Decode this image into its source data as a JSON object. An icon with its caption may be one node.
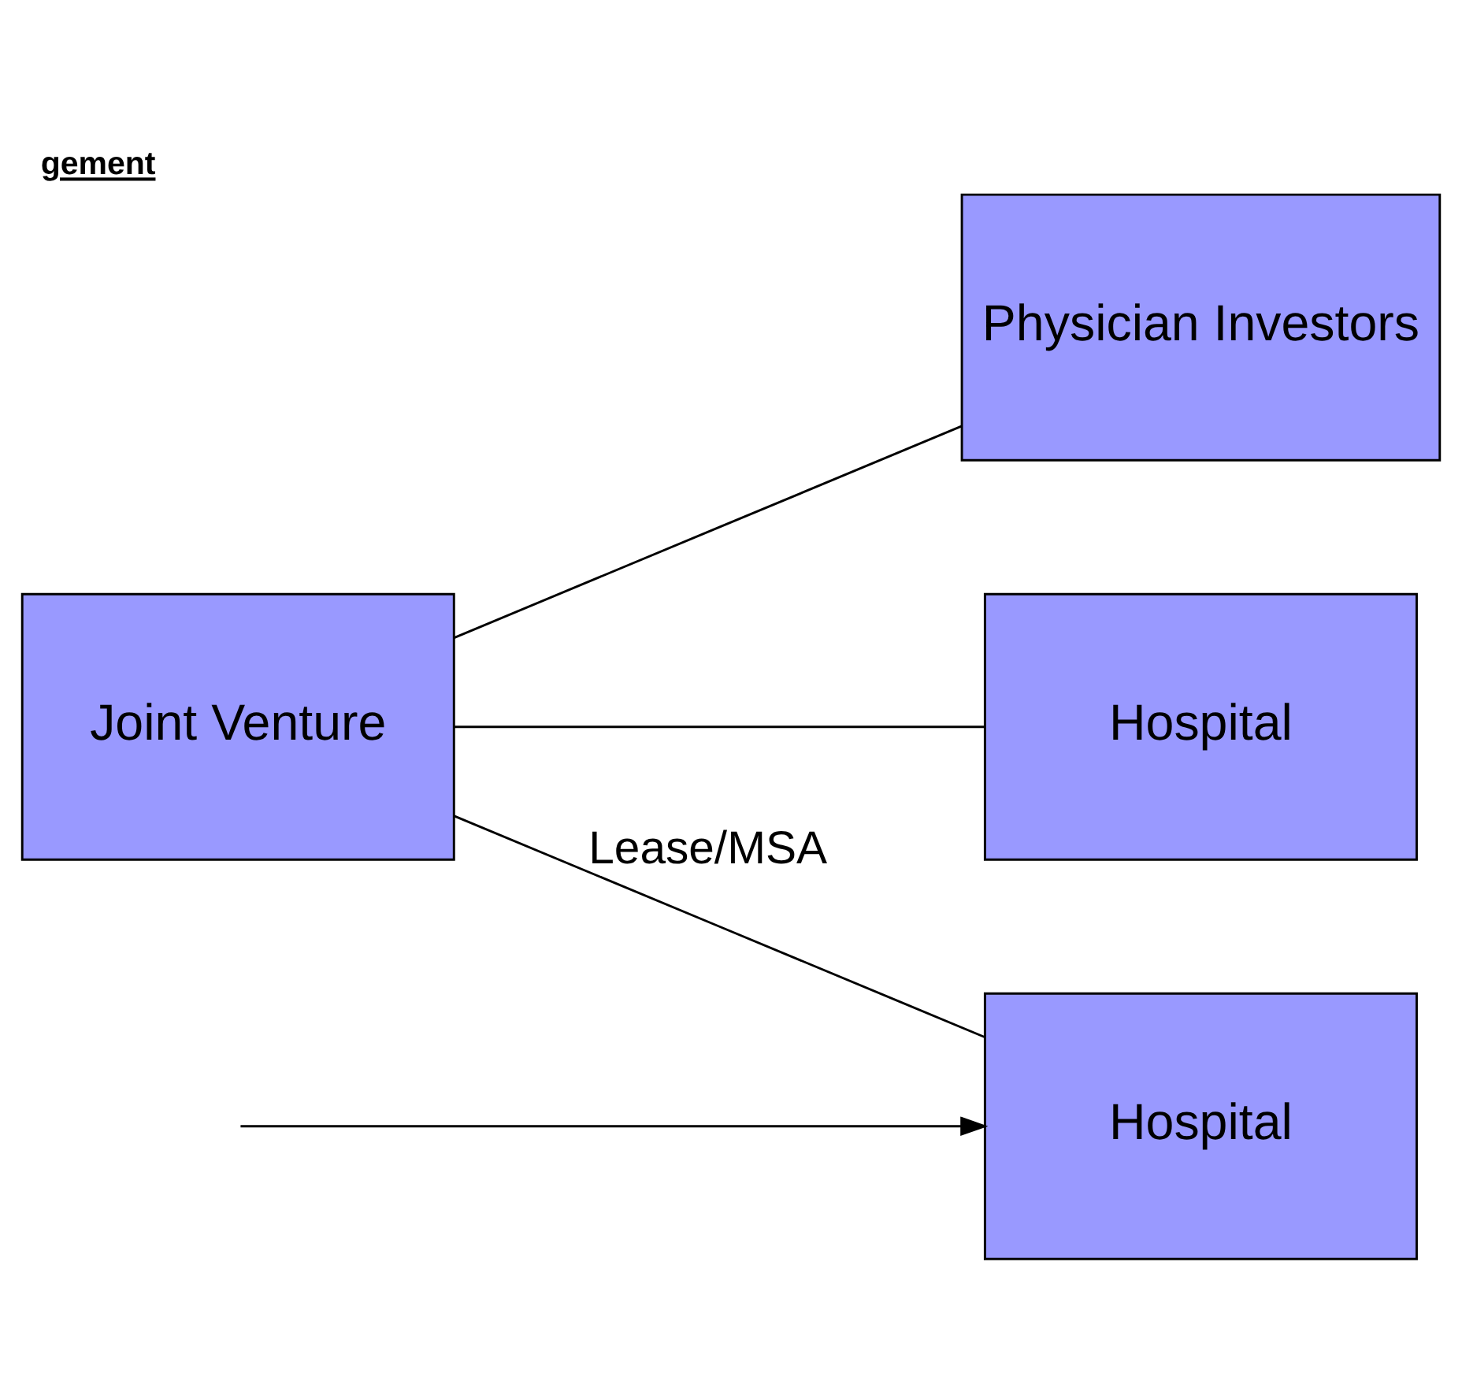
{
  "diagram": {
    "title": "gement",
    "nodes": [
      {
        "text": [
          "Physician Investors"
        ]
      },
      {
        "text": [
          "Joint Venture"
        ]
      },
      {
        "text": [
          "Hospital"
        ]
      },
      {
        "text": [
          "Hospital"
        ]
      }
    ],
    "edges": [
      {
        "from": 1,
        "to": 0,
        "arrow": "none"
      },
      {
        "from": 1,
        "to": 2,
        "arrow": "none"
      },
      {
        "from": 1,
        "to": 3,
        "arrow": "none",
        "label": "Lease/MSA"
      },
      {
        "from": null,
        "to": 3,
        "arrow": "to"
      }
    ]
  }
}
